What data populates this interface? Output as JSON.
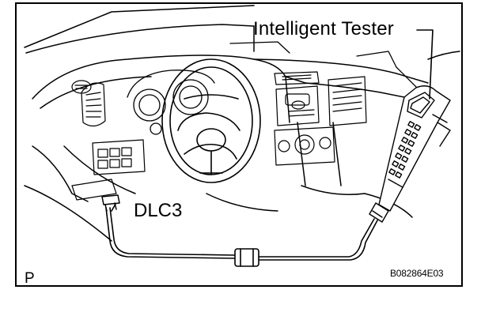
{
  "figure": {
    "labels": {
      "intelligent_tester": "Intelligent Tester",
      "dlc3": "DLC3",
      "page_mark": "P",
      "figure_code": "B082864E03"
    },
    "colors": {
      "line": "#000000",
      "background": "#ffffff"
    }
  }
}
